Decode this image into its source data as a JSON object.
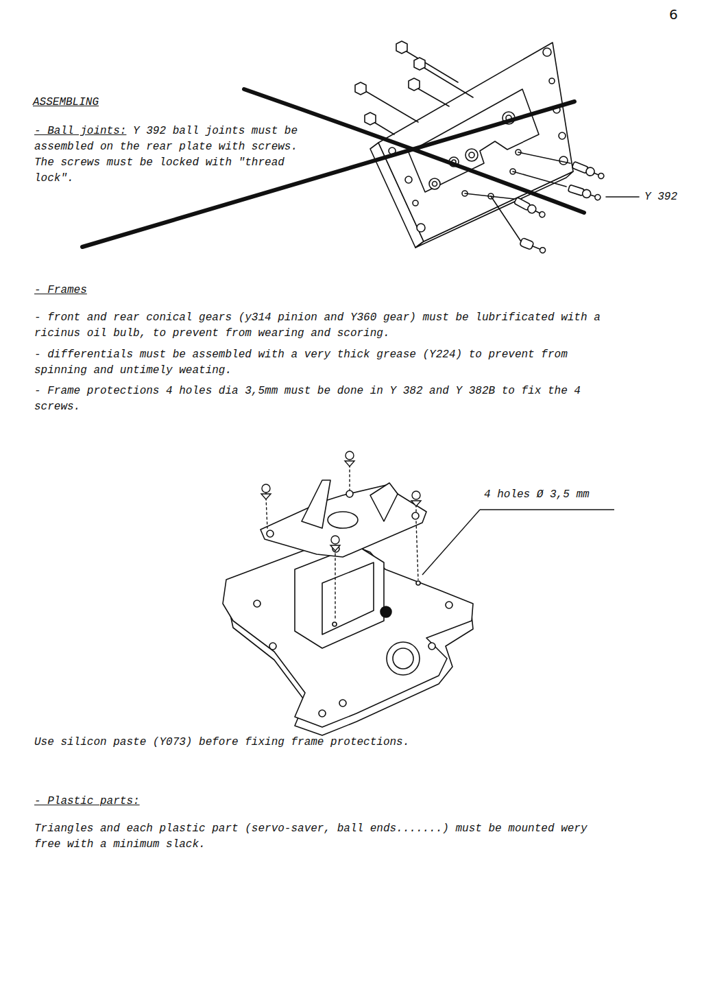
{
  "diagram": {
    "title": "ASSEMBLING",
    "labels": [
      "6",
      "- Ball joints:",
      "Y 392 ball joints must be assembled on the rear plate with screws. The screws must be locked with \"thread lock\".",
      "Y 392",
      "- Frames",
      "- front and rear conical gears (y314 pinion and Y360 gear) must be lubrificated with a ricinus oil bulb, to prevent from wearing and scoring.",
      "- differentials must be assembled with a very thick grease (Y224)  to prevent from spinning and untimely weating.",
      "- Frame protections 4 holes dia 3,5mm must be done in Y 382 and Y 382B to fix the 4 screws.",
      "4 holes Ø 3,5 mm",
      "Use silicon paste (Y073) before fixing frame protections.",
      "- Plastic parts:",
      "Triangles and each plastic part (servo-saver, ball ends.......) must be mounted wery free with a minimum slack."
    ]
  }
}
